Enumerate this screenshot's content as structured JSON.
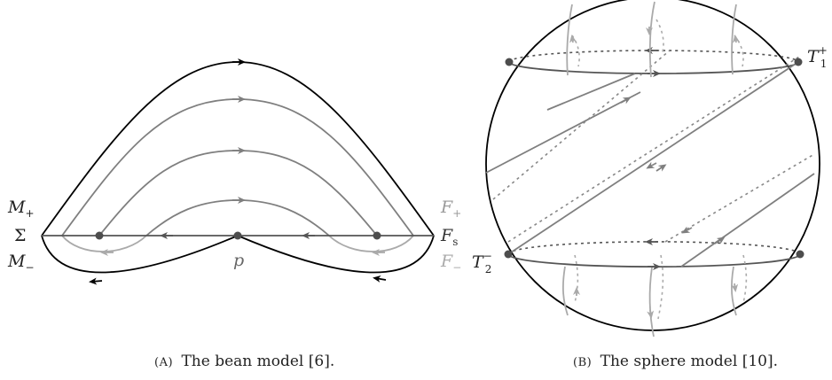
{
  "panel_a": {
    "labels": {
      "m_plus": "M",
      "m_plus_sub": "+",
      "sigma": "Σ",
      "m_minus": "M",
      "m_minus_sub": "−",
      "f_plus": "F",
      "f_plus_sub": "+",
      "f_s": "F",
      "f_s_sub": "s",
      "f_minus": "F",
      "f_minus_sub": "−",
      "p": "p"
    },
    "caption": {
      "tag": "(A)",
      "text": "The bean model [6]."
    }
  },
  "panel_b": {
    "labels": {
      "t1": "T",
      "t1_sub": "1",
      "t1_sup": "+",
      "t2": "T",
      "t2_sub": "2",
      "t2_sup": "−"
    },
    "caption": {
      "tag": "(B)",
      "text": "The sphere model [10]."
    }
  },
  "colors": {
    "black": "#000000",
    "dark_gray": "#555555",
    "mid_gray": "#7f7f7f",
    "light_gray": "#aaaaaa",
    "dot": "#4d4d4d"
  }
}
